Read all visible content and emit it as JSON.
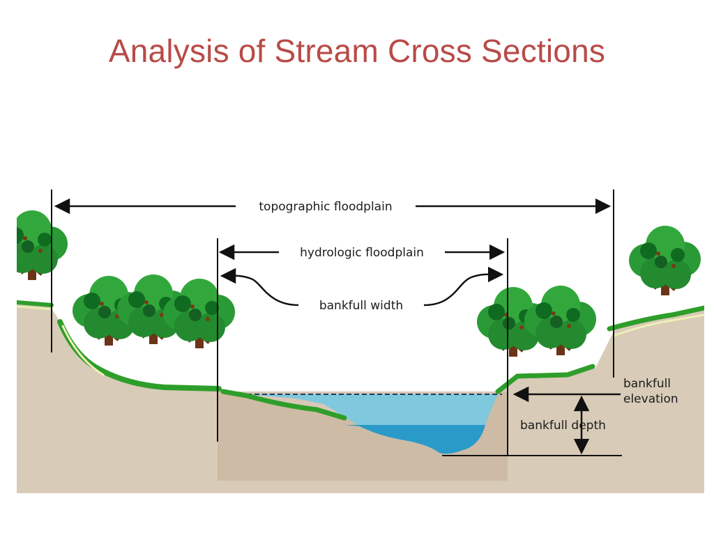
{
  "slide": {
    "title": "Analysis of Stream Cross Sections"
  },
  "diagram": {
    "labels": {
      "topographic_floodplain": "topographic floodplain",
      "hydrologic_floodplain": "hydrologic floodplain",
      "bankfull_width": "bankfull width",
      "bankfull_elevation_line1": "bankfull",
      "bankfull_elevation_line2": "elevation",
      "bankfull_depth": "bankfull depth"
    },
    "colors": {
      "title": "#b84b47",
      "soil": "#d8cbb8",
      "soil_dark": "#cbb59f",
      "grass": "#2e9e2a",
      "tree_foliage": "#2a9a36",
      "tree_dark": "#0f6b1f",
      "trunk": "#6b3416",
      "water_light": "#7fc8de",
      "water_deep": "#2a9ac8",
      "line": "#111111"
    }
  }
}
